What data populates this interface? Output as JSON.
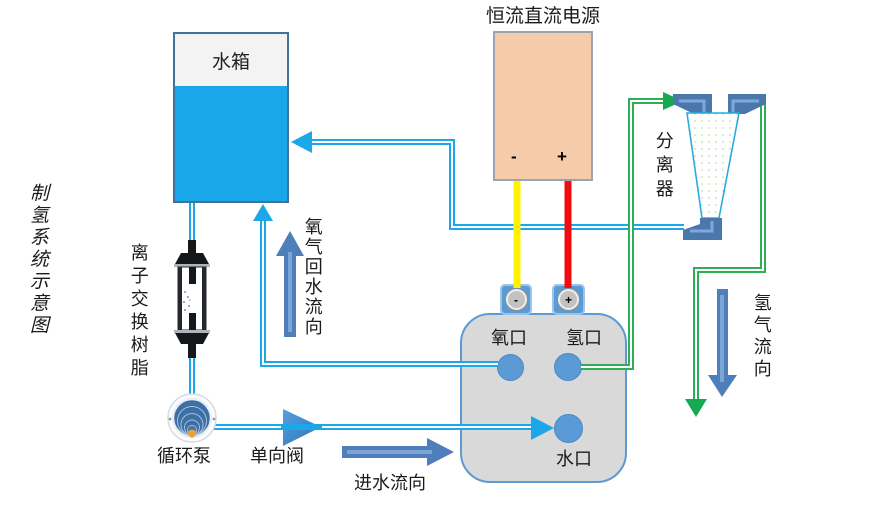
{
  "title": {
    "text": "制氢系统示意图"
  },
  "tank": {
    "label": "水箱"
  },
  "power_supply": {
    "label": "恒流直流电源",
    "minus": "-",
    "plus": "+"
  },
  "resin": {
    "label": "离子交换树脂"
  },
  "pump": {
    "label": "循环泵"
  },
  "check_valve": {
    "label": "单向阀"
  },
  "separator": {
    "label": "分离器"
  },
  "electrolyzer": {
    "oxygen_port": "氧口",
    "hydrogen_port": "氢口",
    "water_port": "水口",
    "terminal_minus": "-",
    "terminal_plus": "+"
  },
  "flows": {
    "inlet": "进水流向",
    "oxygen_return": "氧气回水流向",
    "hydrogen": "氢气流向"
  },
  "colors": {
    "water_pipe": "#1BA7E8",
    "gas_pipe": "#2FAE58",
    "gas_arrow": "#17A94F",
    "flow_arrow": "#4E7FBA",
    "flow_arrow_core": "#7CA5D6",
    "wire_negative": "#FFF100",
    "wire_positive": "#F00C0C",
    "tank_water": "#19A7E9",
    "power_fill": "#F5CBA9",
    "electrolyzer_fill": "#D9D9D9",
    "port_fill": "#5B9BD5",
    "elbow_fill": "#4B77AD"
  }
}
